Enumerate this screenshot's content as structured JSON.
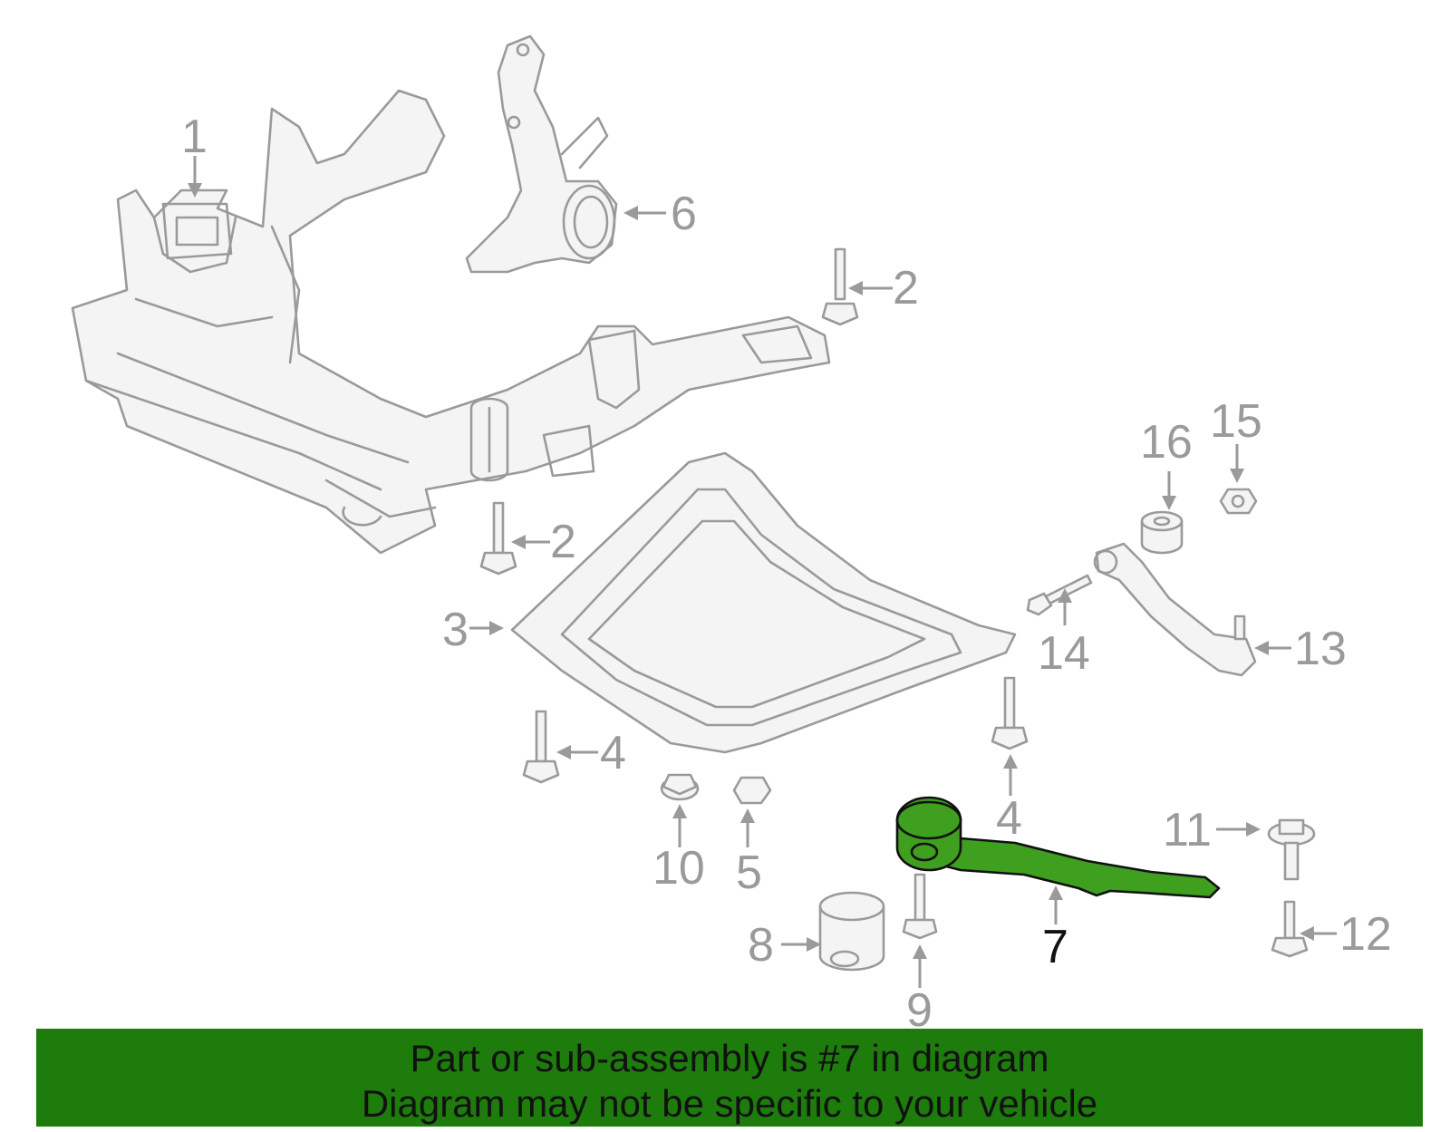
{
  "callouts": [
    {
      "id": "1",
      "label": "1"
    },
    {
      "id": "2a",
      "label": "2"
    },
    {
      "id": "2b",
      "label": "2"
    },
    {
      "id": "3",
      "label": "3"
    },
    {
      "id": "4a",
      "label": "4"
    },
    {
      "id": "4b",
      "label": "4"
    },
    {
      "id": "5",
      "label": "5"
    },
    {
      "id": "6",
      "label": "6"
    },
    {
      "id": "7",
      "label": "7"
    },
    {
      "id": "8",
      "label": "8"
    },
    {
      "id": "9",
      "label": "9"
    },
    {
      "id": "10",
      "label": "10"
    },
    {
      "id": "11",
      "label": "11"
    },
    {
      "id": "12",
      "label": "12"
    },
    {
      "id": "13",
      "label": "13"
    },
    {
      "id": "14",
      "label": "14"
    },
    {
      "id": "15",
      "label": "15"
    },
    {
      "id": "16",
      "label": "16"
    }
  ],
  "highlight": {
    "part": "7",
    "color": "#3f9f1e"
  },
  "banner": {
    "line1": "Part or sub-assembly is #7 in diagram",
    "line2": "Diagram may not be specific to your vehicle",
    "background": "#1d7c0c"
  }
}
